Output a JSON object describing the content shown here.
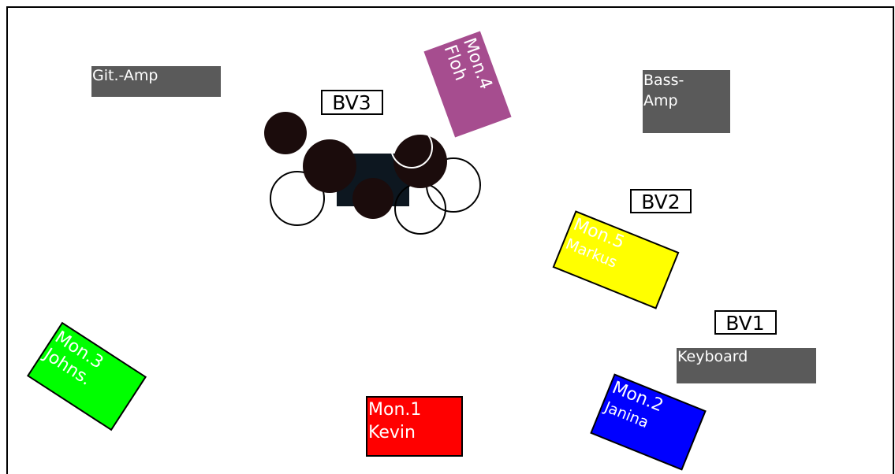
{
  "colors": {
    "background": "#ffffff",
    "border": "#000000",
    "amp_fill": "#5a5a5a",
    "amp_text": "#ffffff",
    "drum_dark": "#1b0c0c",
    "drum_body": "#0d1720",
    "mon1": "#ff0000",
    "mon2": "#0000ff",
    "mon3": "#00ff00",
    "mon4": "#a64d8f",
    "mon5": "#ffff00",
    "mon_text_light": "#ffffff"
  },
  "amps": {
    "guitar": {
      "label": "Git.-Amp"
    },
    "bass": {
      "line1": "Bass-",
      "line2": "Amp"
    },
    "keyboard": {
      "label": "Keyboard"
    }
  },
  "vocals": {
    "bv1": "BV1",
    "bv2": "BV2",
    "bv3": "BV3"
  },
  "monitors": {
    "mon1": {
      "line1": "Mon.1",
      "line2": "Kevin"
    },
    "mon2": {
      "line1": "Mon.2",
      "line2": "Janina"
    },
    "mon3": {
      "line1": "Mon.3",
      "line2": "Johns."
    },
    "mon4": {
      "line1": "Mon.4",
      "line2": "Floh"
    },
    "mon5": {
      "line1": "Mon.5",
      "line2": "Markus"
    }
  },
  "drums": {
    "icon": "drum-kit-icon"
  }
}
